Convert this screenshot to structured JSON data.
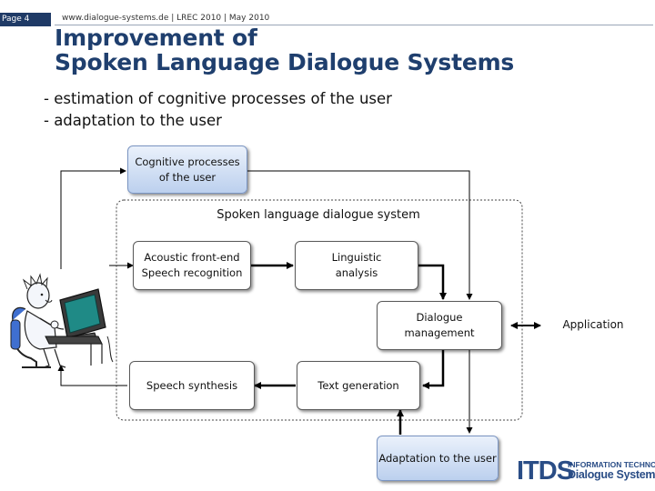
{
  "header": {
    "page_label": "Page 4",
    "source": "www.dialogue-systems.de | LREC 2010 | May 2010"
  },
  "title": {
    "line1": "Improvement of",
    "line2": "Spoken Language Dialogue Systems"
  },
  "bullets": [
    "- estimation of cognitive processes of the user",
    "- adaptation to the user"
  ],
  "diagram": {
    "cognitive_box": "Cognitive processes\nof the user",
    "system_label": "Spoken language dialogue system",
    "acoustic_box": "Acoustic front-end\nSpeech recognition",
    "linguistic_box": "Linguistic\nanalysis",
    "dialogue_box": "Dialogue\nmanagement",
    "speech_synthesis_box": "Speech synthesis",
    "text_generation_box": "Text generation",
    "adaptation_box": "Adaptation to the user",
    "application_label": "Application"
  },
  "logo": {
    "letters": "ITDS",
    "line1": "INFORMATION TECHNOLOGY",
    "line2": "Dialogue Systems"
  },
  "colors": {
    "title": "#1f3f6e",
    "header_bar": "#1f3a66",
    "blue_box_top": "#eaf1fb",
    "blue_box_bottom": "#bcd0ee"
  }
}
